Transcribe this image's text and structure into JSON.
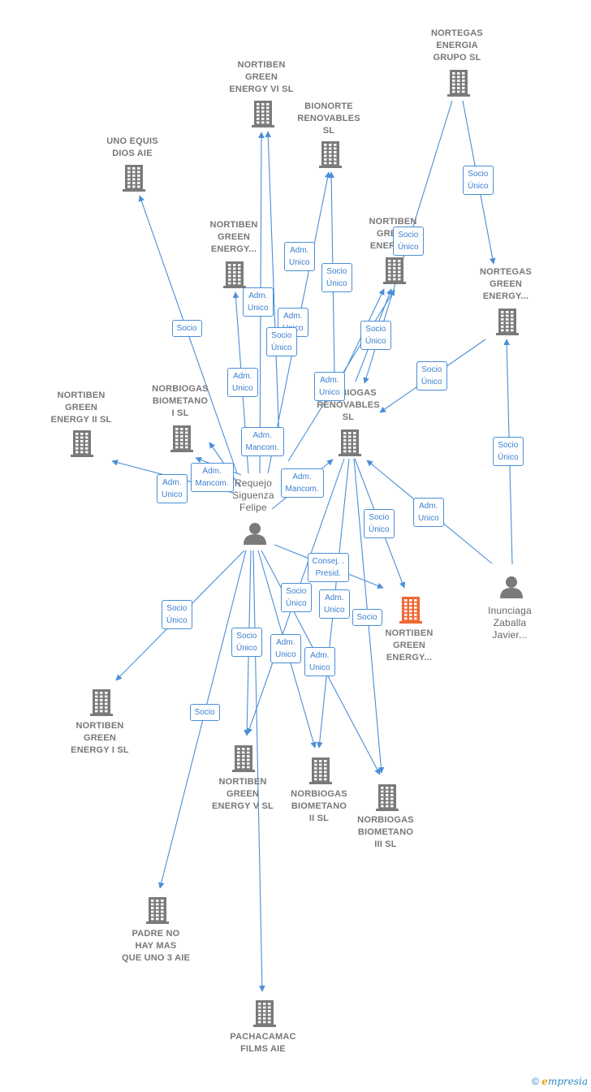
{
  "colors": {
    "edge": "#4a8fd8",
    "building": "#7a7a7a",
    "focus": "#f06a35",
    "person": "#7a7a7a"
  },
  "nodes": [
    {
      "id": "nortegas_grupo",
      "label": "NORTEGAS\nENERGIA\nGRUPO  SL",
      "icon": "building-icon"
    },
    {
      "id": "nortiben_vi",
      "label": "NORTIBEN\nGREEN\nENERGY VI  SL",
      "icon": "building-icon"
    },
    {
      "id": "bionorte",
      "label": "BIONORTE\nRENOVABLES\nSL",
      "icon": "building-icon"
    },
    {
      "id": "uno_equis",
      "label": "UNO EQUIS\nDIOS AIE",
      "icon": "building-icon"
    },
    {
      "id": "nortiben_a",
      "label": "NORTIBEN\nGREEN\nENERGY...",
      "icon": "building-icon"
    },
    {
      "id": "nortiben_b",
      "label": "NORTIBEN\nGREEN\nENERGY...",
      "icon": "building-icon"
    },
    {
      "id": "nortegas_green",
      "label": "NORTEGAS\nGREEN\nENERGY...",
      "icon": "building-icon"
    },
    {
      "id": "nortiben_ii",
      "label": "NORTIBEN\nGREEN\nENERGY II  SL",
      "icon": "building-icon"
    },
    {
      "id": "norbiogas_i",
      "label": "NORBIOGAS\nBIOMETANO\nI  SL",
      "icon": "building-icon"
    },
    {
      "id": "norbiogas_renov",
      "label": "NORBIOGAS\nRENOVABLES\nSL",
      "icon": "building-icon"
    },
    {
      "id": "requejo",
      "label": "Requejo\nSiguenza\nFelipe",
      "icon": "person-icon"
    },
    {
      "id": "nortiben_focus",
      "label": "NORTIBEN\nGREEN\nENERGY...",
      "icon": "building-icon"
    },
    {
      "id": "inunciaga",
      "label": "Inunciaga\nZaballa\nJavier...",
      "icon": "person-icon"
    },
    {
      "id": "nortiben_i",
      "label": "NORTIBEN\nGREEN\nENERGY I  SL",
      "icon": "building-icon"
    },
    {
      "id": "nortiben_v",
      "label": "NORTIBEN\nGREEN\nENERGY V  SL",
      "icon": "building-icon"
    },
    {
      "id": "norbiogas_ii",
      "label": "NORBIOGAS\nBIOMETANO\nII  SL",
      "icon": "building-icon"
    },
    {
      "id": "norbiogas_iii",
      "label": "NORBIOGAS\nBIOMETANO\nIII  SL",
      "icon": "building-icon"
    },
    {
      "id": "padre_no_hay",
      "label": "PADRE NO\nHAY MAS\nQUE UNO 3 AIE",
      "icon": "building-icon"
    },
    {
      "id": "pachacamac",
      "label": "PACHACAMAC\nFILMS AIE",
      "icon": "building-icon"
    }
  ],
  "edge_labels": [
    "Socio\nÚnico",
    "Socio\nÚnico",
    "Socio\nÚnico",
    "Socio\nÚnico",
    "Adm.\nUnico",
    "Adm.\nUnico",
    "Socio\nÚnico",
    "Socio",
    "Adm.\nUnico",
    "Adm.\nUnico",
    "Socio\nÚnico",
    "Socio\nÚnico",
    "Adm.\nUnico",
    "Adm.\nUnico",
    "Adm.\nMancom.",
    "Adm.\nMancom.",
    "Adm.\nMancom.",
    "Socio\nÚnico",
    "Adm.\nUnico",
    "Socio\nÚnico",
    "Socio\nÚnico",
    "Socio\nÚnico",
    "Consej. .\nPresid.",
    "Adm.\nUnico",
    "Adm.\nUnico",
    "Adm.\nUnico",
    "Socio",
    "Socio"
  ],
  "footer": {
    "copyright": "©",
    "brand_first": "e",
    "brand_rest": "mpresia"
  }
}
